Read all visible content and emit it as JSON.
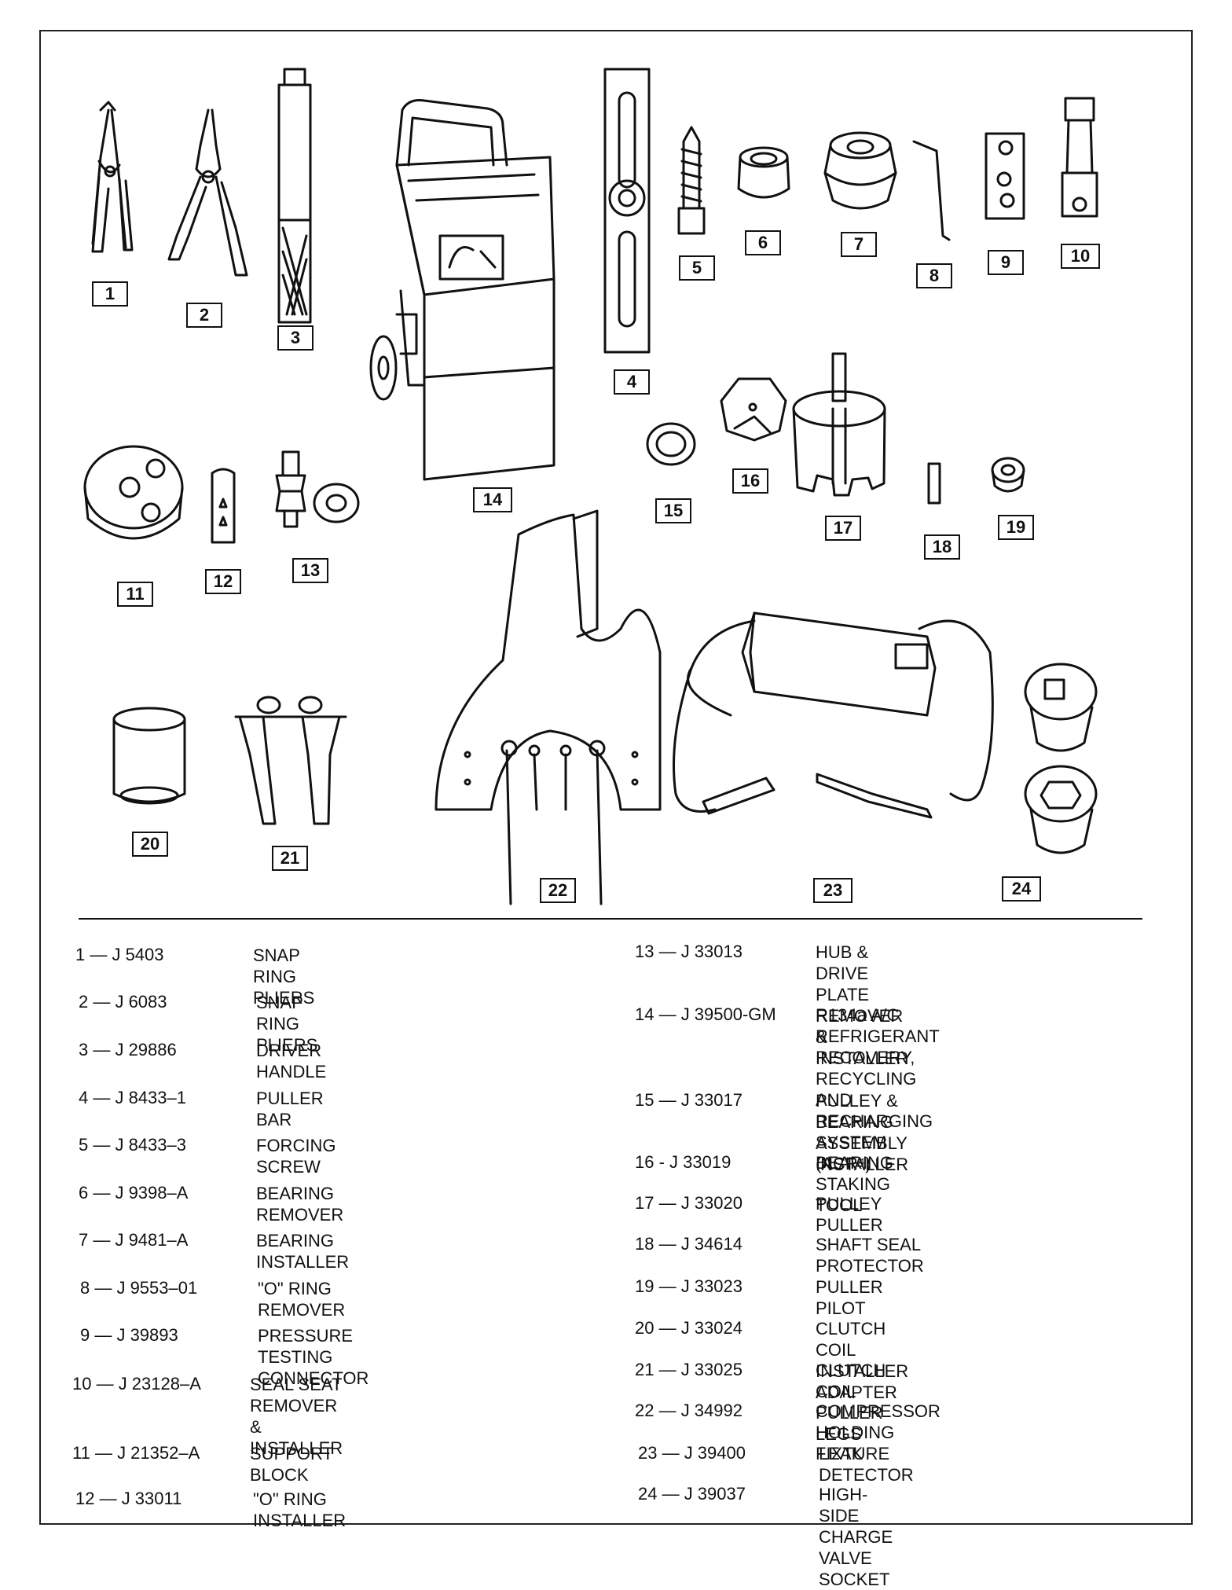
{
  "tags": [
    "1",
    "2",
    "3",
    "4",
    "5",
    "6",
    "7",
    "8",
    "9",
    "10",
    "11",
    "12",
    "13",
    "14",
    "15",
    "16",
    "17",
    "18",
    "19",
    "20",
    "21",
    "22",
    "23",
    "24"
  ],
  "tools_left": [
    {
      "num": "1 — J 5403",
      "desc": "SNAP RING PLIERS"
    },
    {
      "num": "2 — J 6083",
      "desc": "SNAP RING PLIERS"
    },
    {
      "num": "3 — J 29886",
      "desc": "DRIVER HANDLE"
    },
    {
      "num": "4 — J 8433–1",
      "desc": "PULLER BAR"
    },
    {
      "num": "5 — J 8433–3",
      "desc": "FORCING SCREW"
    },
    {
      "num": "6 — J 9398–A",
      "desc": "BEARING REMOVER"
    },
    {
      "num": "7 — J 9481–A",
      "desc": "BEARING INSTALLER"
    },
    {
      "num": "8 — J 9553–01",
      "desc": "\"O\" RING REMOVER"
    },
    {
      "num": "9 — J 39893",
      "desc": "PRESSURE TESTING CONNECTOR"
    },
    {
      "num": "10 — J 23128–A",
      "desc": "SEAL SEAT REMOVER &\nINSTALLER"
    },
    {
      "num": "11 — J 21352–A",
      "desc": "SUPPORT BLOCK"
    },
    {
      "num": "12 — J 33011",
      "desc": "\"O\" RING INSTALLER"
    }
  ],
  "tools_right": [
    {
      "num": "13 — J 33013",
      "desc": "HUB & DRIVE PLATE REMOVER\n& INSTALLER"
    },
    {
      "num": "14 — J 39500-GM",
      "desc": "R134a A/C REFRIGERANT RECOVERY,\nRECYCLING AND RECHARGING\nSYSTEM (ACR⁴)"
    },
    {
      "num": "15 — J 33017",
      "desc": "PULLEY & BEARING ASSEMBLY\nINSTALLER"
    },
    {
      "num": "16 -  J 33019",
      "desc": "BEARING STAKING TOOL"
    },
    {
      "num": "17 — J 33020",
      "desc": "PULLEY PULLER"
    },
    {
      "num": "18 — J 34614",
      "desc": "SHAFT SEAL PROTECTOR"
    },
    {
      "num": "19 — J 33023",
      "desc": "PULLER PILOT"
    },
    {
      "num": "20 — J 33024",
      "desc": "CLUTCH COIL INSTALLER ADAPTER"
    },
    {
      "num": "21 — J 33025",
      "desc": "CLUTCH COIL PULLER LEGS"
    },
    {
      "num": "22 — J 34992",
      "desc": "COMPRESSOR HOLDING FIXTURE"
    },
    {
      "num": "23 — J 39400",
      "desc": "LEAK DETECTOR"
    },
    {
      "num": "24 — J 39037",
      "desc": "HIGH-SIDE CHARGE VALVE SOCKET"
    }
  ]
}
